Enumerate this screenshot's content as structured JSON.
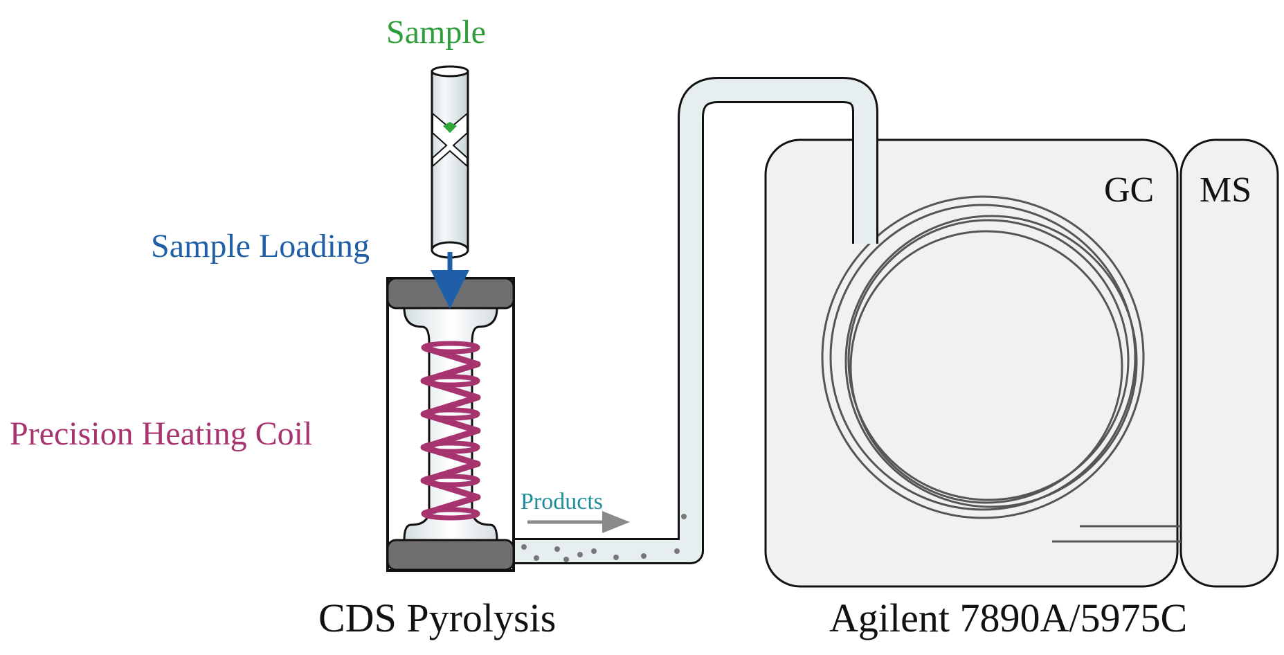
{
  "labels": {
    "sample": "Sample",
    "sample_loading": "Sample Loading",
    "heating_coil": "Precision Heating Coil",
    "products": "Products",
    "gc": "GC",
    "ms": "MS",
    "pyrolysis": "CDS Pyrolysis",
    "instrument": "Agilent 7890A/5975C"
  },
  "colors": {
    "sample_text": "#2e9e3a",
    "loading_text": "#1f5fa8",
    "coil": "#a8346f",
    "products_text": "#1f8d9a",
    "tube_fill": "#e6eef0",
    "instrument_fill": "#f1f1f1",
    "cap_fill": "#6f6f6f"
  }
}
